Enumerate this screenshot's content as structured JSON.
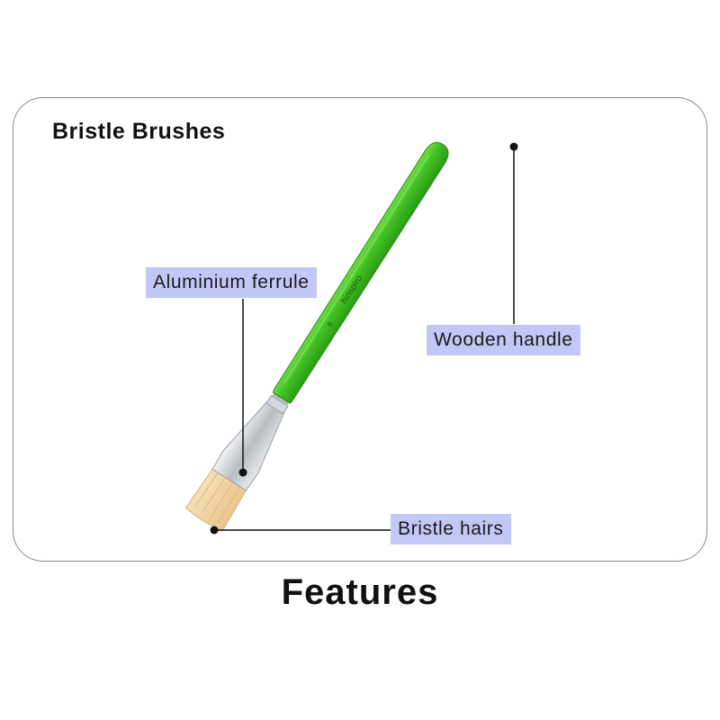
{
  "card": {
    "title": "Bristle Brushes"
  },
  "callouts": {
    "ferrule": "Aluminium ferrule",
    "handle": "Wooden handle",
    "hairs": "Bristle hairs"
  },
  "brush": {
    "brand": "hinspiro",
    "size_mark": "8"
  },
  "footer": {
    "title": "Features"
  },
  "colors": {
    "handle_green": "#3fbe22",
    "callout_bg": "#c2c8f6",
    "bristle": "#f3d6a8",
    "ferrule": "#c9ccd0"
  }
}
